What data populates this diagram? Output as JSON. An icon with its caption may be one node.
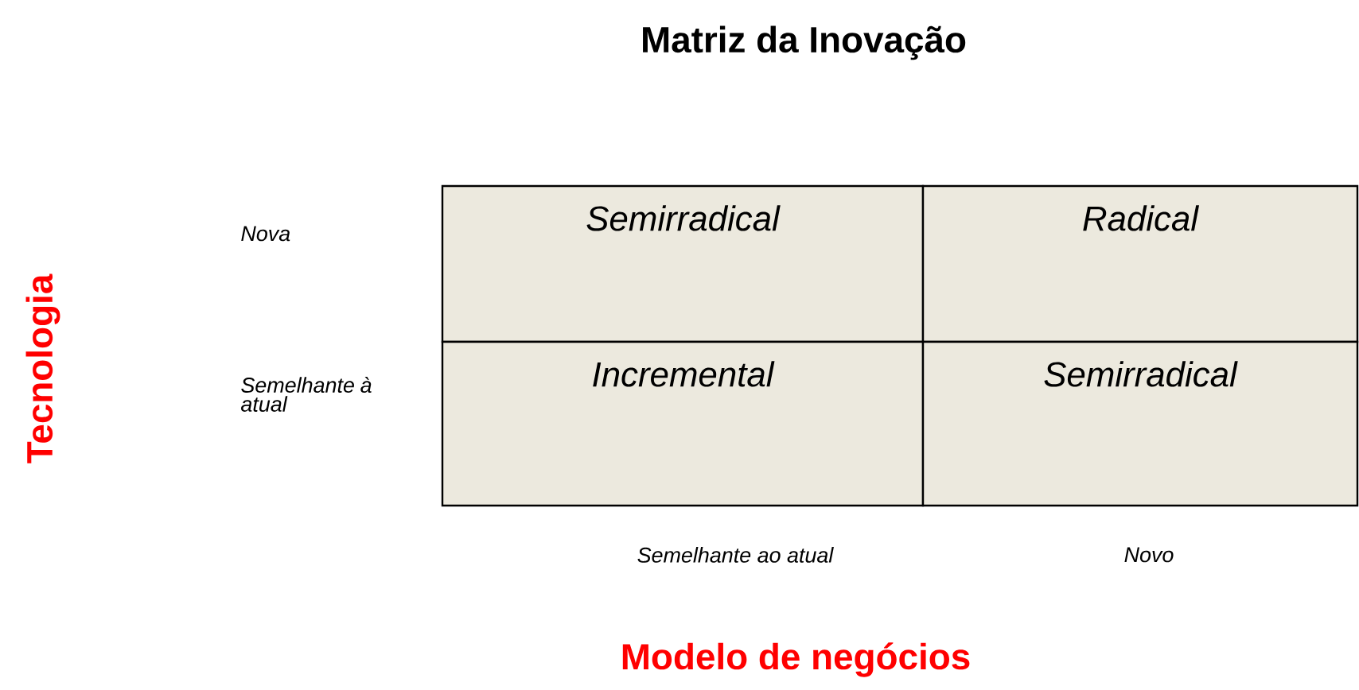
{
  "diagram": {
    "title": "Matriz da Inovação",
    "nodes": [
      {
        "text": [
          "Semirradical"
        ]
      },
      {
        "text": [
          "Radical"
        ]
      },
      {
        "text": [
          "Incremental"
        ]
      },
      {
        "text": [
          "Semirradical"
        ]
      }
    ],
    "labels": [
      "Tecnologia",
      "Nova",
      "Semelhante à atual",
      "Semelhante ao atual",
      "Novo",
      "Modelo de negócios"
    ]
  }
}
